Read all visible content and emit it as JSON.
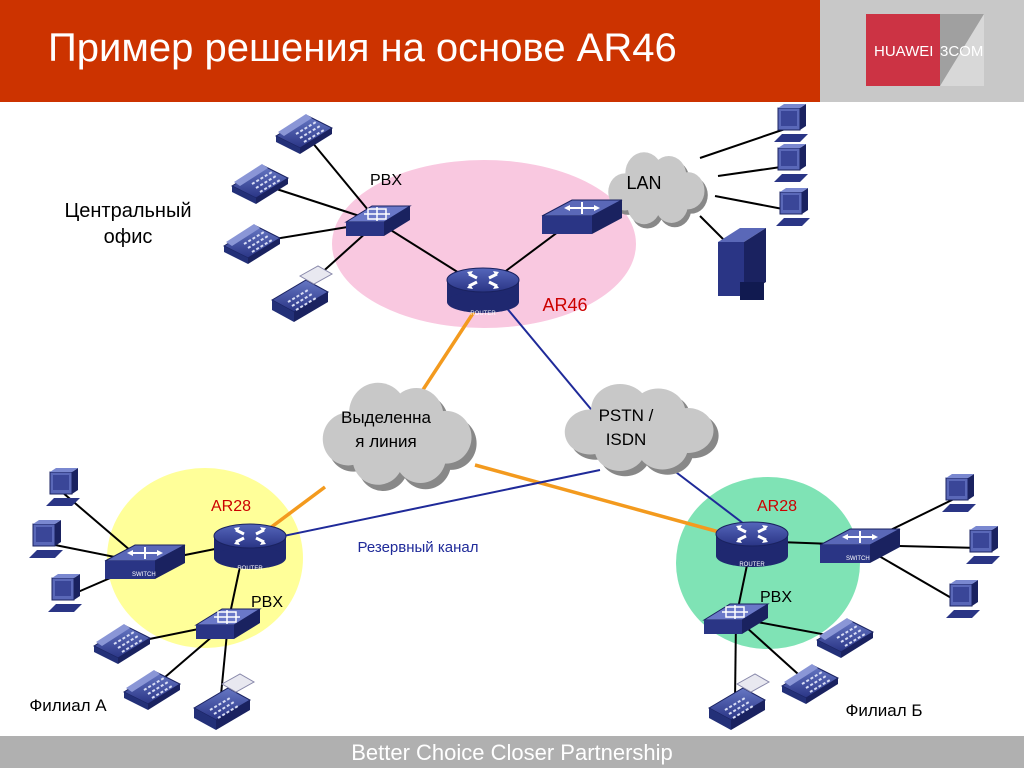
{
  "header": {
    "title": "Пример решения на основе AR46"
  },
  "logo": {
    "huawei_text": "HUAWEI",
    "threecom_text": "3COM"
  },
  "footer": {
    "tagline": "Better Choice Closer Partnership"
  },
  "labels": {
    "central_office_line1": "Центральный",
    "central_office_line2": "офис",
    "pbx_central": "PBX",
    "lan": "LAN",
    "ar46": "AR46",
    "leased_line_line1": "Выделенна",
    "leased_line_line2": "я линия",
    "pstn_line1": "PSTN /",
    "pstn_line2": "ISDN",
    "ar28_a": "AR28",
    "ar28_b": "AR28",
    "backup_channel": "Резервный канал",
    "pbx_a": "PBX",
    "pbx_b": "PBX",
    "branch_a": "Филиал А",
    "branch_b": "Филиал Б"
  },
  "device_captions": {
    "router": "ROUTER",
    "switch": "SWITCH"
  },
  "colors": {
    "header_red": "#cc3300",
    "footer_gray": "#b0b0b0",
    "ar_label_red": "#cc0000",
    "backup_blue": "#1f2a99",
    "leased_orange": "#f39a1e",
    "central_zone_pink": "#f9c8e0",
    "branch_a_yellow": "#ffff99",
    "branch_b_green": "#7fe3b5",
    "device_blue": "#2a3585",
    "cloud_gray": "#c8c8c8"
  }
}
